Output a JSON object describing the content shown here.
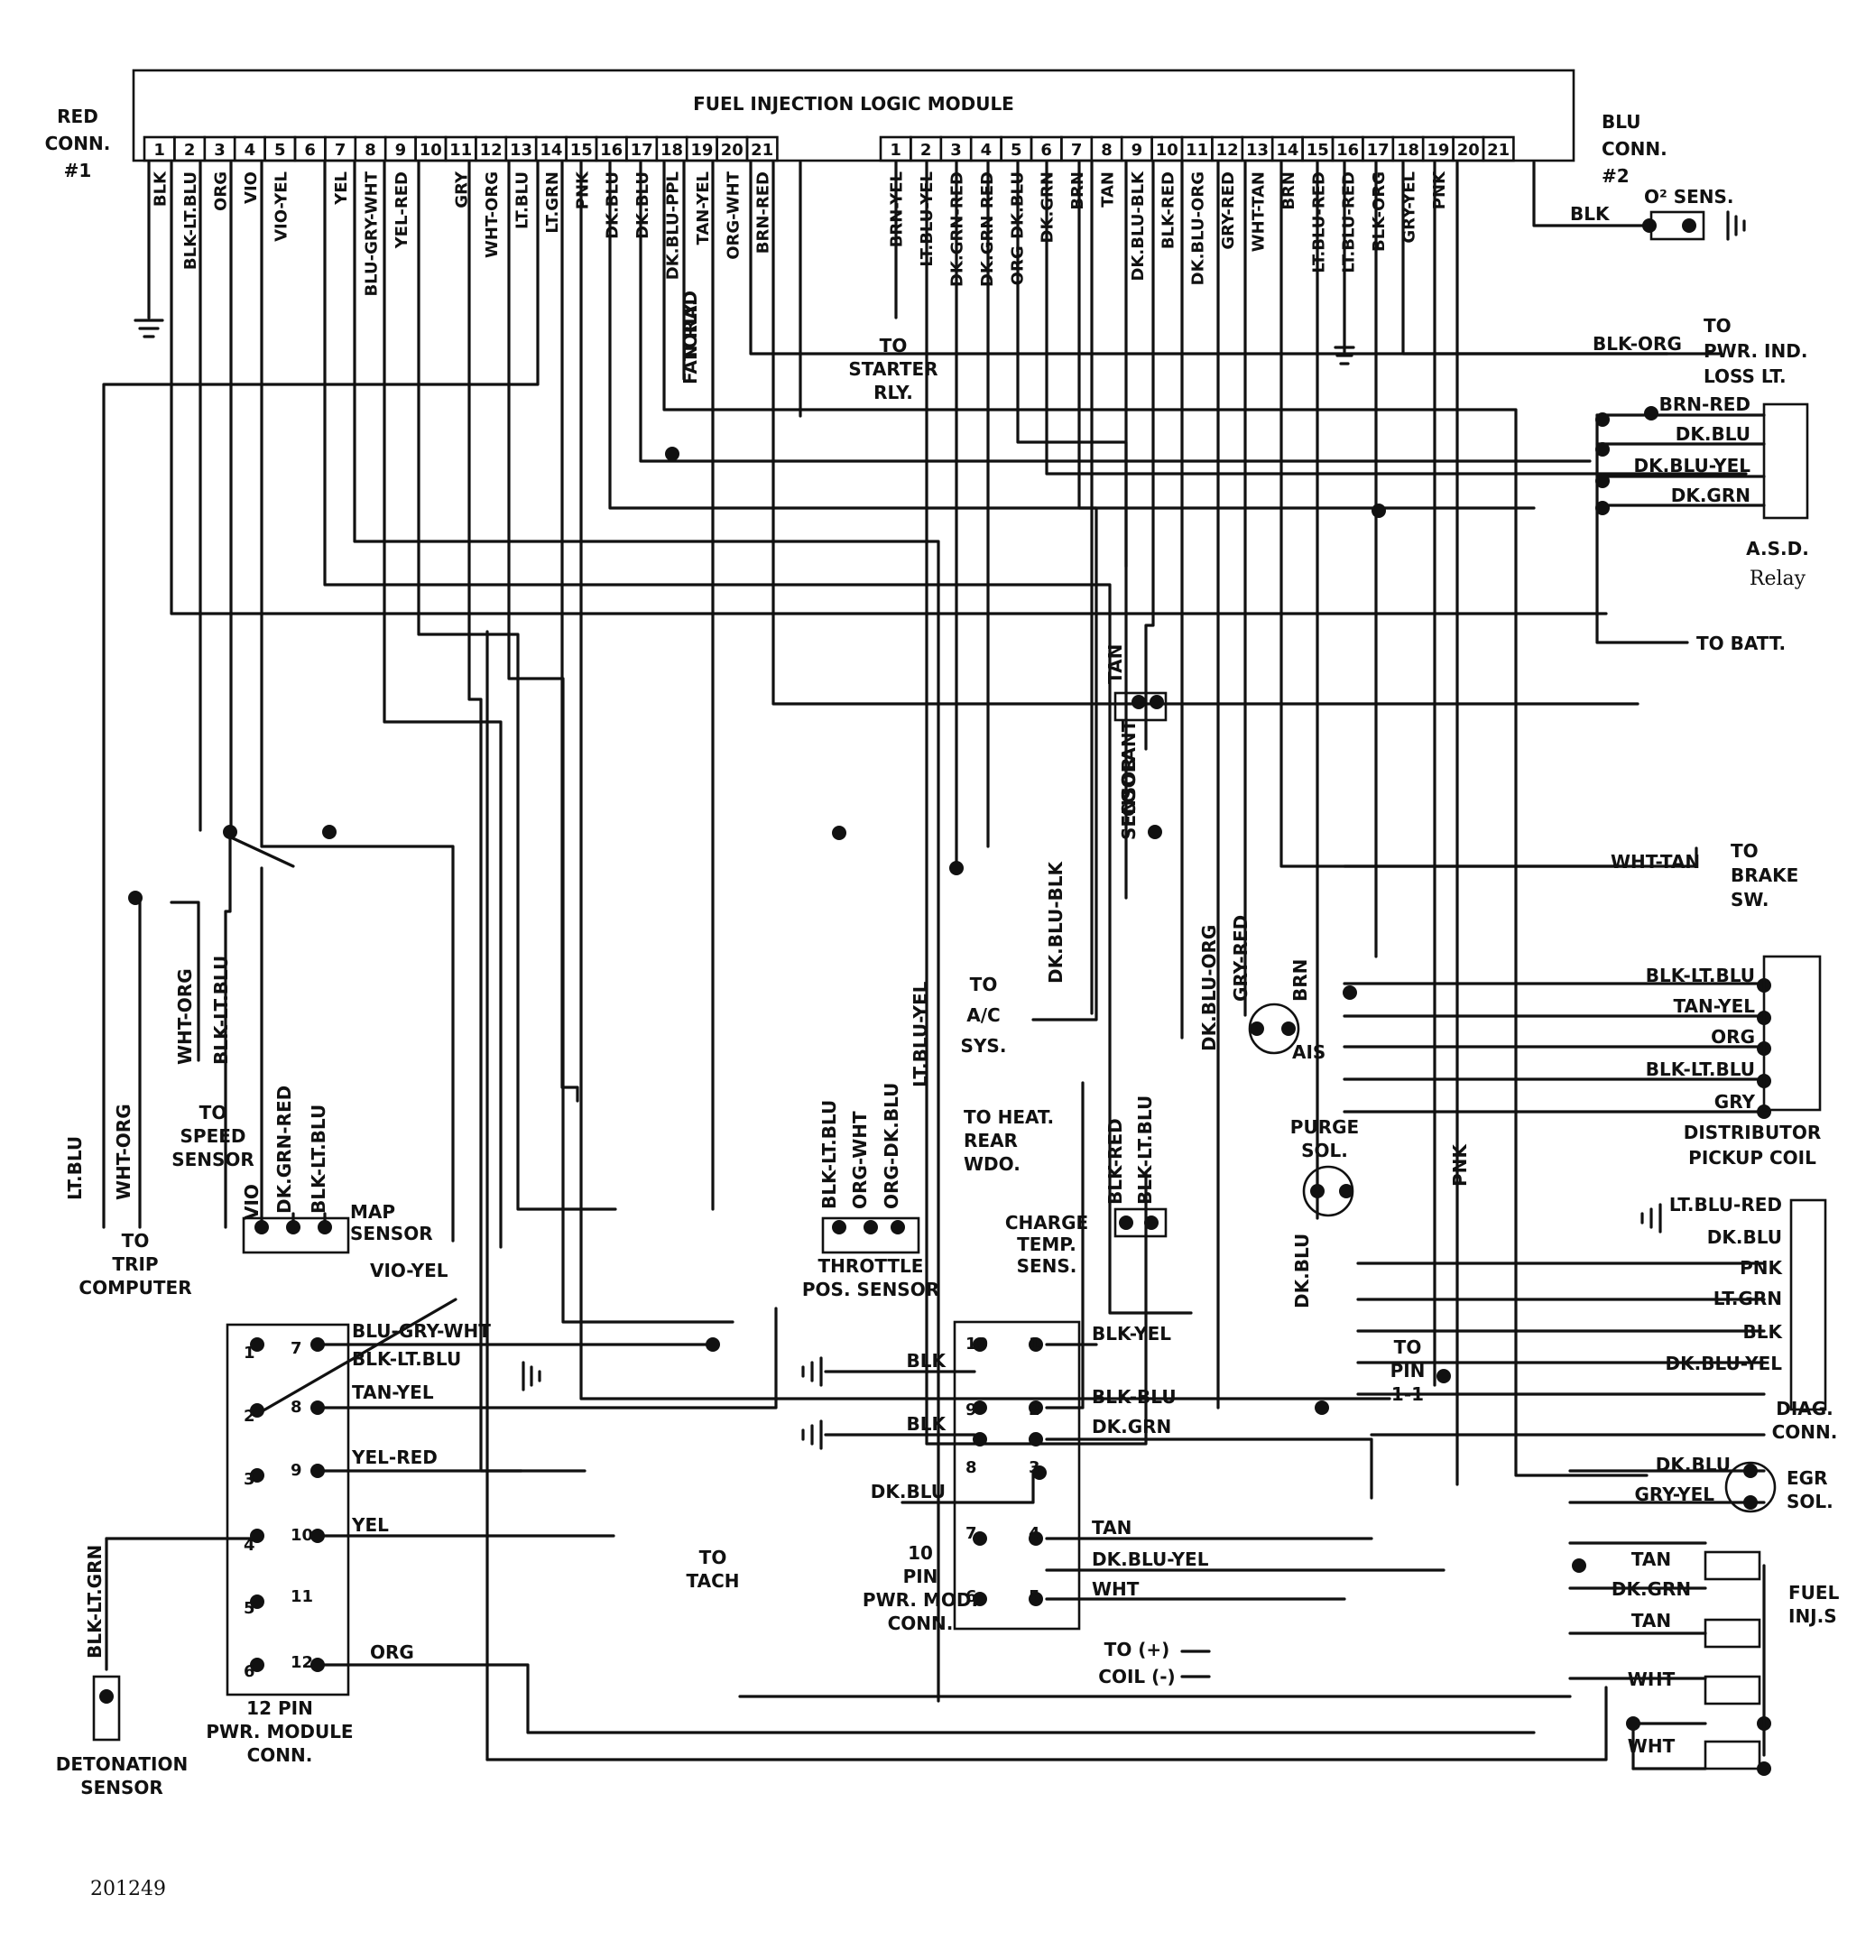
{
  "module": {
    "title": "FUEL INJECTION LOGIC MODULE",
    "red_conn_label": [
      "RED",
      "CONN.",
      "#1"
    ],
    "blu_conn_label": [
      "BLU",
      "CONN.",
      "#2"
    ],
    "pin_numbers": [
      "1",
      "2",
      "3",
      "4",
      "5",
      "6",
      "7",
      "8",
      "9",
      "10",
      "11",
      "12",
      "13",
      "14",
      "15",
      "16",
      "17",
      "18",
      "19",
      "20",
      "21"
    ],
    "red_pins": [
      "BLK",
      "BLK-LT.BLU",
      "ORG",
      "VIO",
      "VIO-YEL",
      "",
      "YEL",
      "BLU-GRY-WHT",
      "YEL-RED",
      "",
      "GRY",
      "WHT-ORG",
      "LT.BLU",
      "LT.GRN",
      "PNK",
      "DK.BLU",
      "DK.BLU",
      "DK.BLU-PPL",
      "TAN-YEL",
      "ORG-WHT",
      "BRN-RED"
    ],
    "blu_pins": [
      "BRN-YEL",
      "LT.BLU-YEL",
      "DK.GRN-RED",
      "DK.GRN-RED",
      "ORG-DK.BLU",
      "DK.GRN",
      "BRN",
      "TAN",
      "DK.BLU-BLK",
      "BLK-RED",
      "DK.BLU-ORG",
      "GRY-RED",
      "WHT-TAN",
      "BRN",
      "LT.BLU-RED",
      "LT.BLU-RED",
      "BLK-ORG",
      "GRY-YEL",
      "PNK",
      "",
      ""
    ]
  },
  "labels": {
    "o2_blk": "BLK",
    "o2": "O² SENS.",
    "torad": [
      "TORAD",
      "FAN RLY."
    ],
    "starter": [
      "TO",
      "STARTER",
      "RLY."
    ],
    "pwr_ind": [
      "TO",
      "PWR. IND.",
      "LOSS LT."
    ],
    "blk_org_wire": "BLK-ORG",
    "to_batt": "TO BATT.",
    "asd_wires": [
      "BRN-RED",
      "DK.BLU",
      "DK.BLU-YEL",
      "DK.GRN"
    ],
    "asd": [
      "A.S.D.",
      "Relay"
    ],
    "tan": "TAN",
    "coolant": [
      "COOLANT",
      "SENSOR"
    ],
    "brake_wire": "WHT-TAN",
    "brake": [
      "TO",
      "BRAKE",
      "SW."
    ],
    "dist_wires": [
      "BLK-LT.BLU",
      "TAN-YEL",
      "ORG",
      "BLK-LT.BLU",
      "GRY"
    ],
    "dist": [
      "DISTRIBUTOR",
      "PICKUP COIL"
    ],
    "dk_blu_blk": "DK.BLU-BLK",
    "ac": [
      "TO",
      "A/C",
      "SYS."
    ],
    "dk_blu_org": "DK.BLU-ORG",
    "gry_red": "GRY-RED",
    "brn": "BRN",
    "ais": "AIS",
    "speed_wires": [
      "WHT-ORG",
      "BLK-LT.BLU"
    ],
    "speed": [
      "TO",
      "SPEED",
      "SENSOR"
    ],
    "trip_wires": [
      "LT.BLU",
      "WHT-ORG"
    ],
    "trip": [
      "TO",
      "TRIP",
      "COMPUTER"
    ],
    "map_wires": [
      "VIO",
      "DK.GRN-RED",
      "BLK-LT.BLU"
    ],
    "map": [
      "MAP",
      "SENSOR"
    ],
    "tps_wires": [
      "BLK-LT.BLU",
      "ORG-WHT",
      "ORG-DK.BLU"
    ],
    "tps": [
      "THROTTLE",
      "POS. SENSOR"
    ],
    "lt_blu_yel": "LT.BLU-YEL",
    "heat": [
      "TO HEAT.",
      "REAR",
      "WDO."
    ],
    "charge_wires": [
      "BLK-RED",
      "BLK-LT.BLU"
    ],
    "charge": [
      "CHARGE",
      "TEMP.",
      "SENS."
    ],
    "purge": [
      "PURGE",
      "SOL."
    ],
    "pnk": "PNK",
    "dk_blu": "DK.BLU",
    "diag_wires": [
      "LT.BLU-RED",
      "DK.BLU",
      "PNK",
      "LT.GRN",
      "BLK",
      "DK.BLU-YEL"
    ],
    "diag": [
      "DIAG.",
      "CONN."
    ],
    "to_pin": [
      "TO",
      "PIN",
      "1-1"
    ],
    "egr_wires": [
      "DK.BLU",
      "GRY-YEL"
    ],
    "egr": [
      "EGR",
      "SOL."
    ],
    "inj_wires": [
      "TAN",
      "DK.GRN",
      "TAN",
      "WHT",
      "WHT"
    ],
    "inj": [
      "FUEL",
      "INJ.S"
    ],
    "vio_yel": "VIO-YEL",
    "pin12_left": [
      "1",
      "2",
      "3",
      "4",
      "5",
      "6"
    ],
    "pin12_right": [
      "7",
      "8",
      "9",
      "10",
      "11",
      "12"
    ],
    "pin12_wires": [
      "BLU-GRY-WHT",
      "BLK-LT.BLU",
      "TAN-YEL",
      "YEL-RED",
      "YEL",
      "ORG"
    ],
    "pin12": [
      "12 PIN",
      "PWR. MODULE",
      "CONN."
    ],
    "tach": [
      "TO",
      "TACH"
    ],
    "pin10_left": [
      "10",
      "9",
      "8",
      "7",
      "6"
    ],
    "pin10_right": [
      "1",
      "2",
      "3",
      "4",
      "5"
    ],
    "pin10_left_wires": [
      "BLK",
      "BLK",
      "DK.BLU"
    ],
    "pin10_right_wires": [
      "BLK-YEL",
      "BLK-BLU",
      "DK.GRN",
      "TAN",
      "DK.BLU-YEL",
      "WHT"
    ],
    "pin10": [
      "10",
      "PIN",
      "PWR. MOD.",
      "CONN."
    ],
    "coil": [
      "TO (+)",
      "COIL (-)"
    ],
    "det_wire": "BLK-LT.GRN",
    "det": [
      "DETONATION",
      "SENSOR"
    ],
    "figure_id": "201249"
  }
}
